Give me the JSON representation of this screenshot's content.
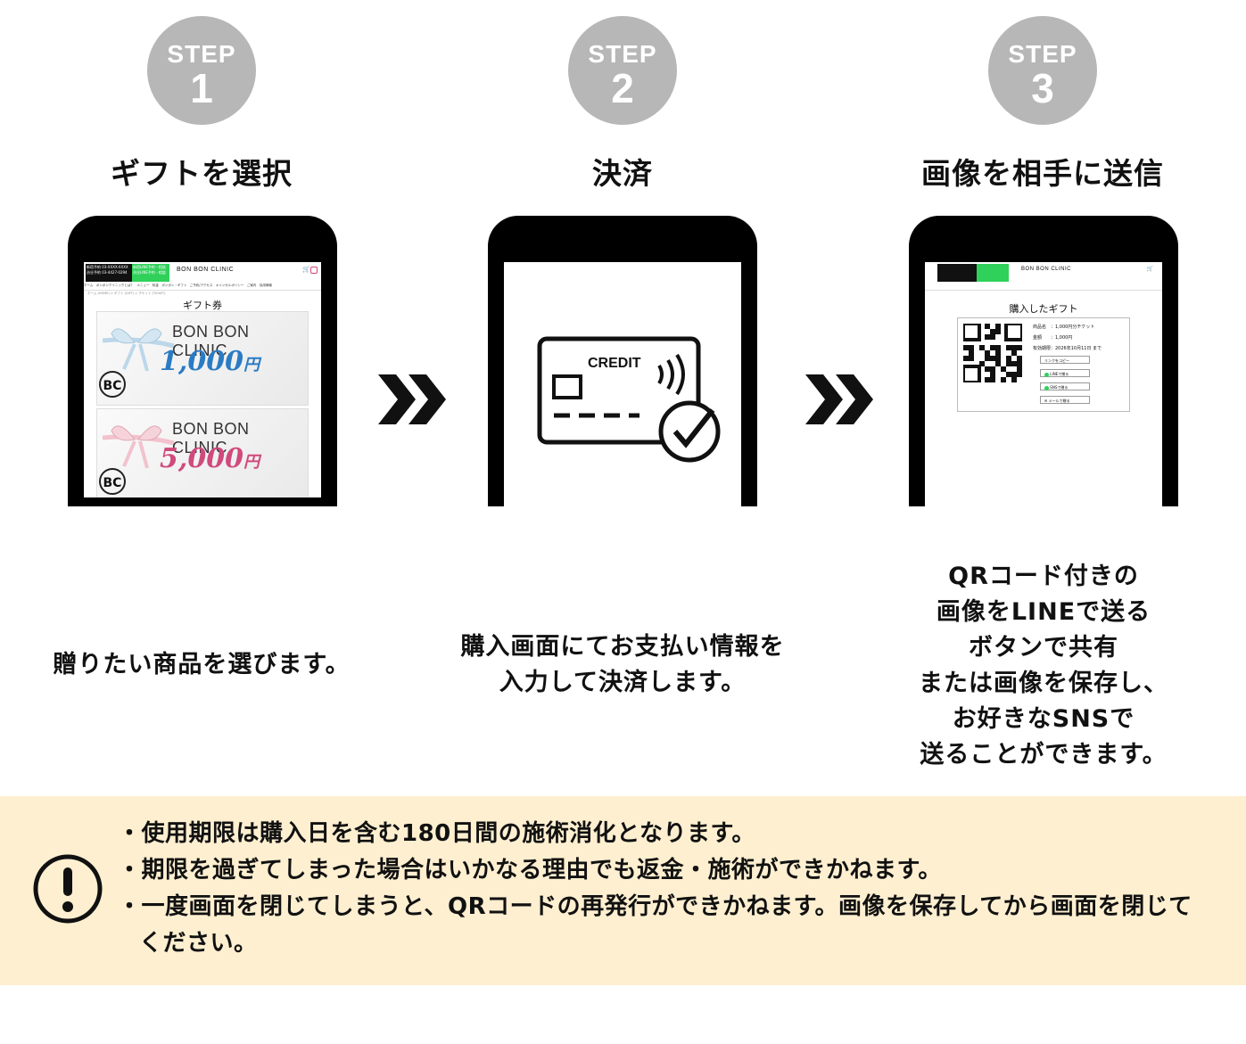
{
  "steps": [
    {
      "word": "STEP",
      "num": "1",
      "title": "ギフトを選択",
      "desc": [
        "贈りたい商品を選びます。"
      ]
    },
    {
      "word": "STEP",
      "num": "2",
      "title": "決済",
      "desc": [
        "購入画面にてお支払い情報を",
        "入力して決済します。"
      ]
    },
    {
      "word": "STEP",
      "num": "3",
      "title": "画像を相手に送信",
      "desc": [
        "QRコード付きの",
        "画像をLINEで送る",
        "ボタンで共有",
        "または画像を保存し、",
        "お好きなSNSで",
        "送ることができます。"
      ]
    }
  ],
  "screen1": {
    "phone_lines": [
      "新宿予約 03-XXXX-XXXX",
      "渋谷予約 03-4427-0294"
    ],
    "green_lines": [
      "新宿LINE予約・相談",
      "渋谷LINE予約・相談"
    ],
    "logo": "BON BON CLINIC",
    "nav": "ホーム　ボンボンクリニックとは？　メニュー　料金　ボンボン・ギフト　ご予約/アクセス　キャンセルポリシー　ご案内　採用情報",
    "crumb": "ホーム (HOME) > ギフト (GIFT) > チケット (TICKET)",
    "page_title": "ギフト券",
    "cards": [
      {
        "brand": "BON BON CLINIC",
        "price": "1,000",
        "yen": "円",
        "color": "#2a7bc4",
        "ribbon": "#bcd7ea"
      },
      {
        "brand": "BON BON CLINIC",
        "price": "5,000",
        "yen": "円",
        "color": "#d04a7c",
        "ribbon": "#f2c2cd"
      }
    ]
  },
  "screen2": {
    "card_label": "CREDIT"
  },
  "screen3": {
    "logo": "BON BON CLINIC",
    "page_title": "購入したギフト",
    "details": [
      "商品名　：1,000円分チケット",
      "金額　　：1,000円",
      "有効期限：2026年10月11日 まで"
    ],
    "buttons": [
      "リンクをコピー",
      "LINEで贈る",
      "SNSで贈る",
      "メールで贈る"
    ]
  },
  "notice": {
    "items": [
      "・使用期限は購入日を含む180日間の施術消化となります。",
      "・期限を過ぎてしまった場合はいかなる理由でも返金・施術ができかねます。",
      "・一度画面を閉じてしまうと、QRコードの再発行ができかねます。画像を保存してから画面を閉じてください。"
    ]
  },
  "colors": {
    "step_circle": "#b7b7b7",
    "notice_bg": "#fdefd0",
    "line_green": "#2fd15a"
  }
}
